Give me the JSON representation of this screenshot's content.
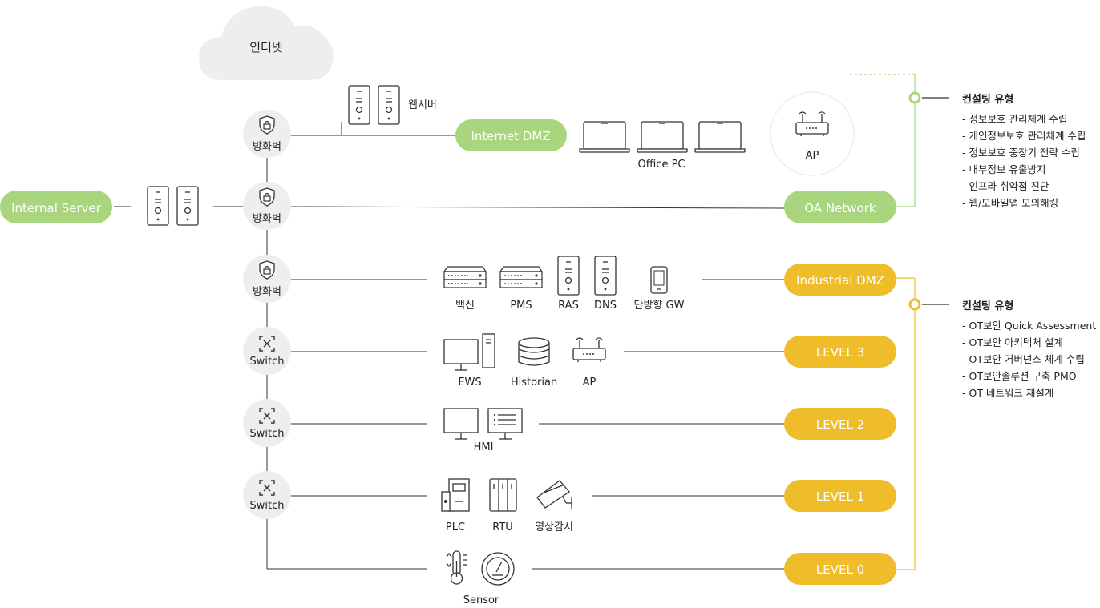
{
  "cloud": {
    "label": "인터넷"
  },
  "left_server": {
    "label": "Internal Server"
  },
  "zones": {
    "internet_dmz": "Internet DMZ",
    "oa_network": "OA Network",
    "industrial_dmz": "Industrial DMZ",
    "level3": "LEVEL 3",
    "level2": "LEVEL 2",
    "level1": "LEVEL 1",
    "level0": "LEVEL 0"
  },
  "nodes": {
    "fw1": "방화벽",
    "fw2": "방화벽",
    "fw3": "방화벽",
    "sw1": "Switch",
    "sw2": "Switch",
    "sw3": "Switch"
  },
  "devices": {
    "webserver": "웹서버",
    "office_pc": "Office PC",
    "ap_oa": "AP",
    "vaccine": "백신",
    "pms": "PMS",
    "ras": "RAS",
    "dns": "DNS",
    "oneway_gw": "단방향 GW",
    "ews": "EWS",
    "historian": "Historian",
    "ap_l3": "AP",
    "hmi": "HMI",
    "plc": "PLC",
    "rtu": "RTU",
    "cctv": "영상감시",
    "sensor": "Sensor"
  },
  "panel_it": {
    "title": "컨설팅 유형",
    "items": [
      "- 정보보호 관리체계 수립",
      "- 개인정보보호 관리체계 수립",
      "- 정보보호 중장기 전략 수립",
      "- 내부정보 유출방지",
      "- 인프라 취약점 진단",
      "- 웹/모바일앱 모의해킹"
    ]
  },
  "panel_ot": {
    "title": "컨설팅 유형",
    "items": [
      "- OT보안 Quick Assessment",
      "- OT보안 아키텍처 설계",
      "- OT보안 거버넌스 체계 수립",
      "- OT보안솔루션 구축 PMO",
      "- OT 네트워크 재설계"
    ]
  },
  "colors": {
    "green": "#a8d57e",
    "yellow": "#f0bd2a",
    "node_gray": "#eeeeee",
    "line": "#333333",
    "cloud": "#eeeeee"
  }
}
